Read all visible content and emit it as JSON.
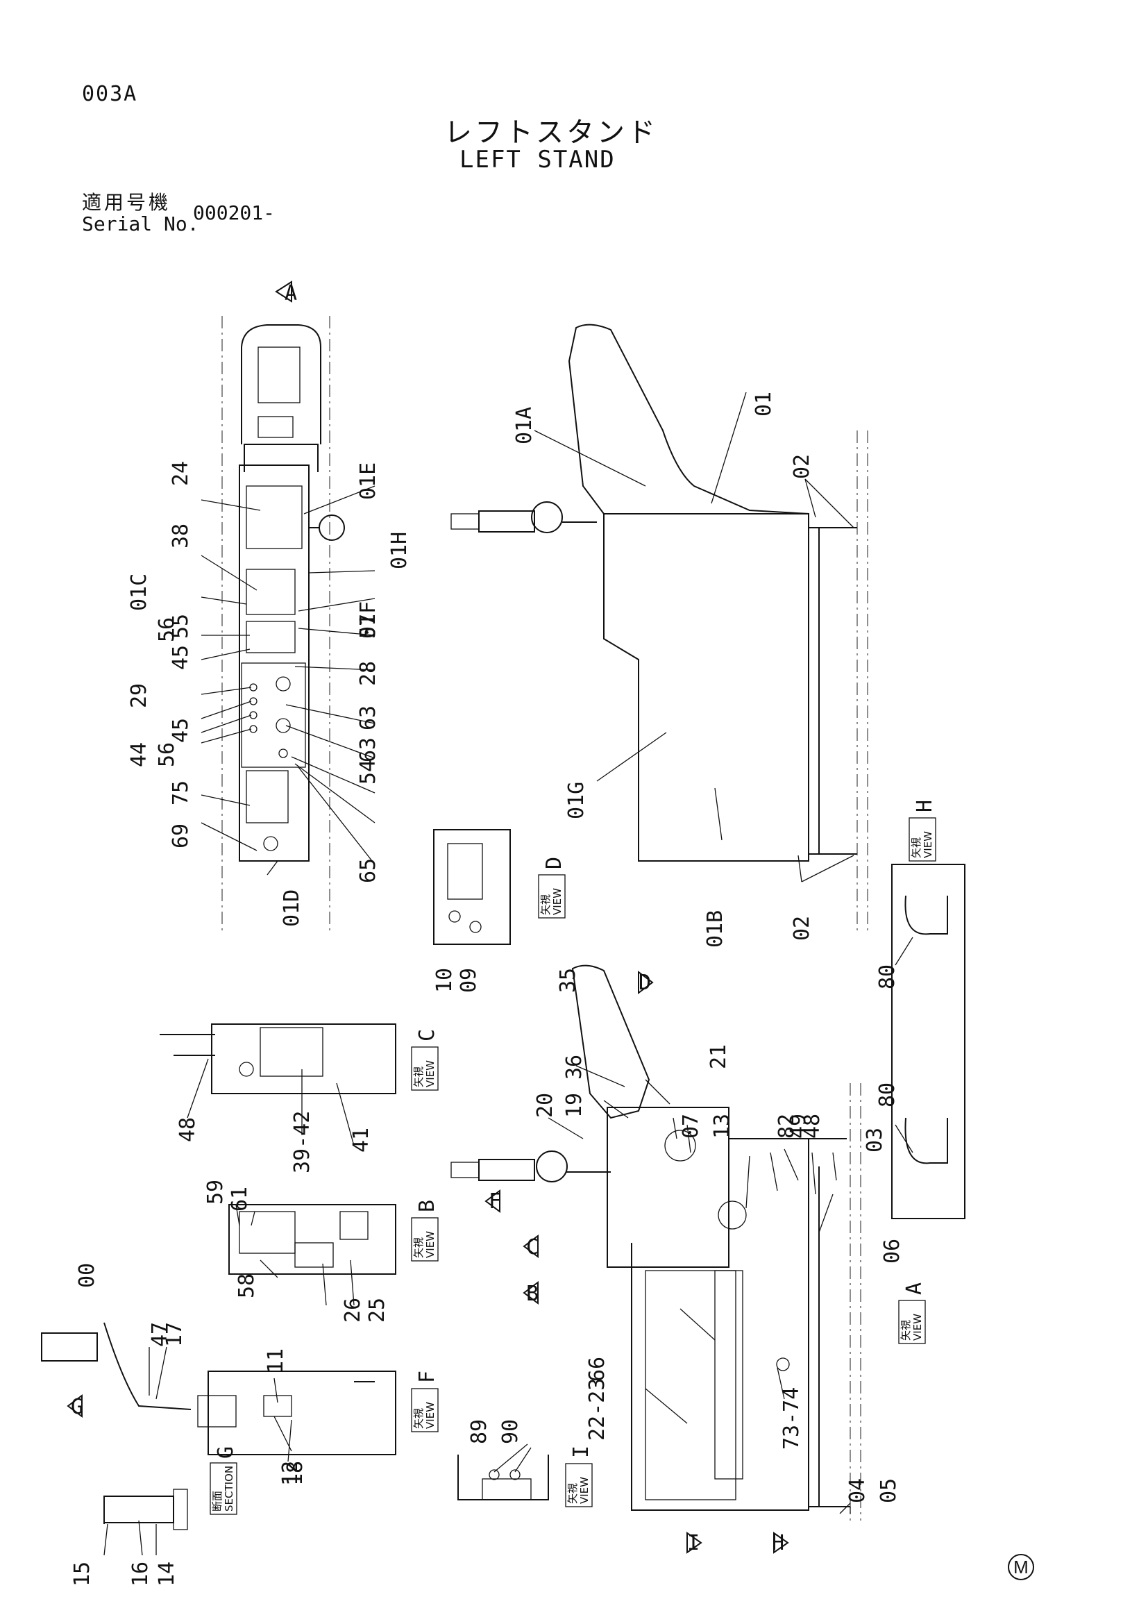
{
  "header": {
    "code": "003A",
    "title_jp": "レフトスタンド",
    "title_en": "LEFT STAND",
    "serial_label_jp": "適用号機",
    "serial_label_en": "Serial No.",
    "serial_value": "000201-"
  },
  "parts": {
    "p00": "00",
    "p01": "01",
    "p01A": "01A",
    "p01B": "01B",
    "p01C": "01C",
    "p01D": "01D",
    "p01E": "01E",
    "p01F": "01F",
    "p01G": "01G",
    "p01H": "01H",
    "p02a": "02",
    "p02b": "02",
    "p03": "03",
    "p04": "04",
    "p05": "05",
    "p06": "06",
    "p07": "07",
    "p09": "09",
    "p10": "10",
    "p11": "11",
    "p12": "12",
    "p13": "13",
    "p14": "14",
    "p15": "15",
    "p16": "16",
    "p17": "17",
    "p18": "18",
    "p19": "19",
    "p20": "20",
    "p21": "21",
    "p22_23": "22-23",
    "p24": "24",
    "p25": "25",
    "p26": "26",
    "p28": "28",
    "p29": "29",
    "p35": "35",
    "p36": "36",
    "p38": "38",
    "p39_42": "39-42",
    "p41": "41",
    "p44": "44",
    "p45a": "45",
    "p45b": "45",
    "p47": "47",
    "p48a": "48",
    "p48b": "48",
    "p49": "49",
    "p54": "54",
    "p55": "55",
    "p56a": "56",
    "p56b": "56",
    "p57": "57",
    "p58": "58",
    "p59": "59",
    "p61": "61",
    "p63a": "63",
    "p63b": "63",
    "p65": "65",
    "p66": "66",
    "p69": "69",
    "p73_74": "73-74",
    "p75": "75",
    "p80a": "80",
    "p80b": "80",
    "p82": "82",
    "p89": "89",
    "p90": "90"
  },
  "views": {
    "view_jp": "矢視",
    "section_jp": "断面",
    "view_en": "VIEW",
    "section_en": "SECTION",
    "A": "A",
    "B": "B",
    "C": "C",
    "D": "D",
    "F": "F",
    "G": "G",
    "H": "H",
    "I": "I"
  },
  "footer": {
    "mark": "M"
  }
}
